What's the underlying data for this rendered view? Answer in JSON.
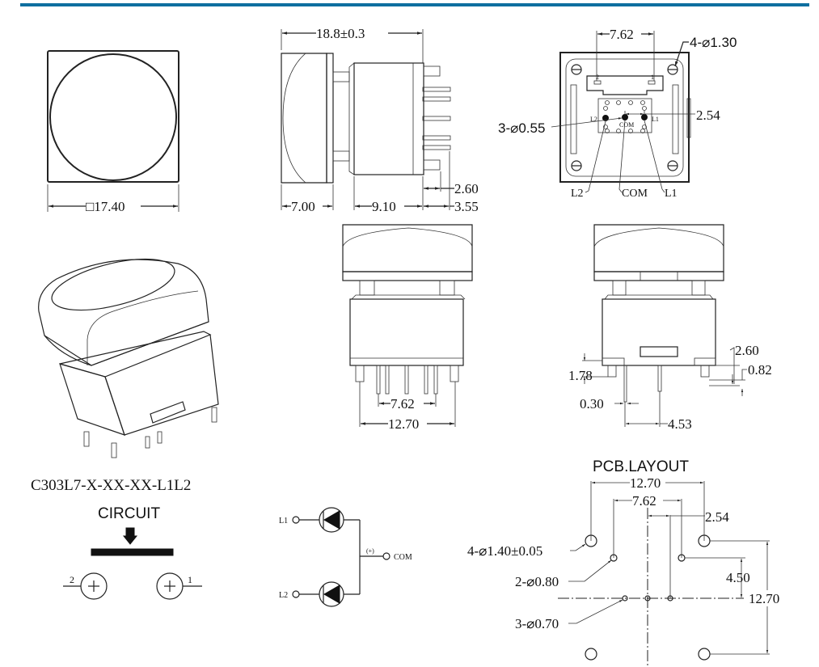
{
  "header": {
    "bar_color": "#0e6fa0"
  },
  "front_view": {
    "dim_width": "□17.40"
  },
  "side_view": {
    "dim_overall": "18.8±0.3",
    "dim_cap": "7.00",
    "dim_body": "9.10",
    "dim_pin": "3.55",
    "dim_pin_short": "2.60"
  },
  "bottom_view": {
    "dim_pitch": "7.62",
    "dim_mount_holes": "4-⌀1.30",
    "dim_led_pins": "3-⌀0.55",
    "dim_led_pitch": "2.54",
    "pin_label_2": "2",
    "pin_label_1": "1",
    "label_l2_inner": "L2",
    "label_l1_inner": "L1",
    "label_com_inner": "COM",
    "label_l2": "L2",
    "label_com": "COM",
    "label_l1": "L1"
  },
  "elevation_front": {
    "dim_inner": "7.62",
    "dim_outer": "12.70"
  },
  "elevation_side": {
    "dim_178": "1.78",
    "dim_030": "0.30",
    "dim_453": "4.53",
    "dim_260": "2.60",
    "dim_082": "0.82"
  },
  "part_number": "C303L7-X-XX-XX-L1L2",
  "circuit": {
    "title": "CIRCUIT",
    "terminal_2": "2",
    "terminal_1": "1"
  },
  "led_schematic": {
    "l1": "L1",
    "l2": "L2",
    "com": "COM",
    "polarity": "(+)"
  },
  "pcb_layout": {
    "title": "PCB.LAYOUT",
    "dim_1270_h": "12.70",
    "dim_762": "7.62",
    "dim_254": "2.54",
    "dim_450": "4.50",
    "dim_1270_v": "12.70",
    "hole_large": "4-⌀1.40±0.05",
    "hole_mid": "2-⌀0.80",
    "hole_small": "3-⌀0.70"
  }
}
